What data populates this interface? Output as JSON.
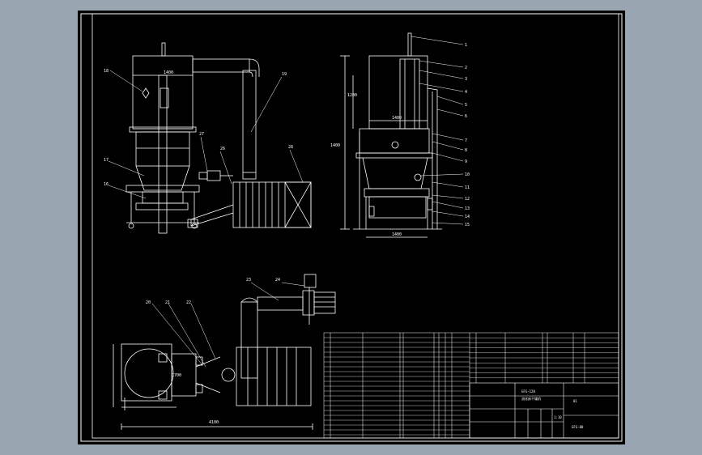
{
  "background_color": "#9aa5b2",
  "paper_color": "#000000",
  "line_color": "#ffffff",
  "side_view": {
    "callouts": [
      "18",
      "19",
      "27",
      "26",
      "28",
      "17",
      "16"
    ],
    "dim_top": "1400"
  },
  "front_view": {
    "callouts": [
      "1",
      "2",
      "3",
      "4",
      "5",
      "6",
      "7",
      "8",
      "9",
      "10",
      "11",
      "12",
      "13",
      "14",
      "15"
    ],
    "dim_height": "1400",
    "dim_mid": "1400",
    "dim_bottom": "1400",
    "dim_vertical": "1200"
  },
  "plan_view": {
    "callouts": [
      "20",
      "21",
      "22",
      "23",
      "24"
    ],
    "dim_length": "4100",
    "dim_width": "1700"
  },
  "title_block": {
    "drawing_title": "流化床干燥机",
    "model": "GFG-120",
    "sheet_no": "01",
    "scale": "1:10",
    "drawing_no": "GFG-00"
  }
}
